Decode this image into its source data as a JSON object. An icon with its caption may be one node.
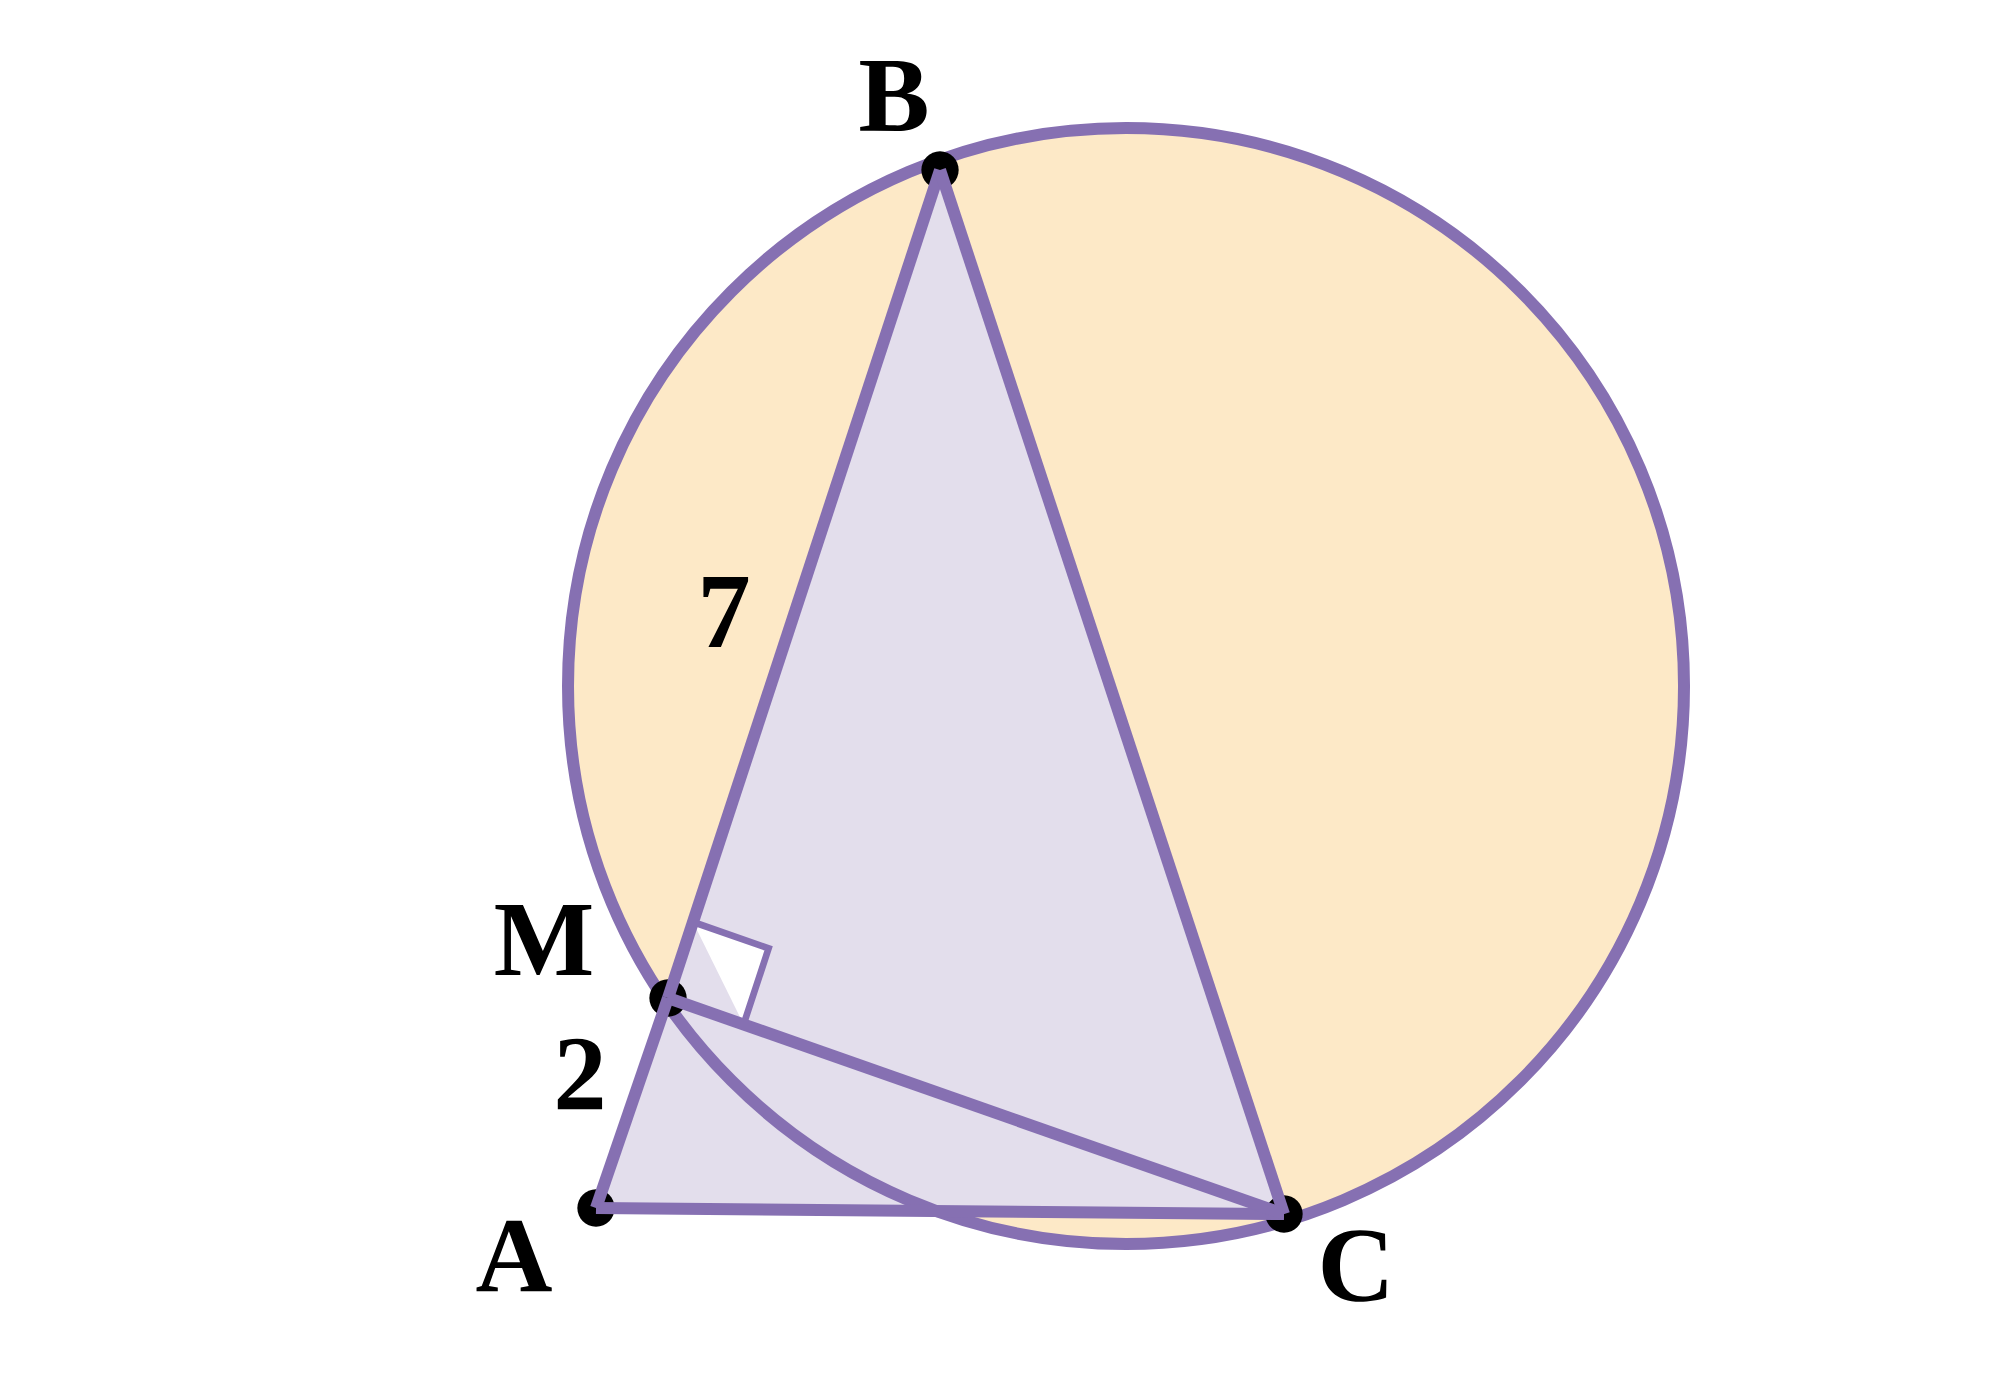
{
  "diagram": {
    "nodes": [
      {
        "text": [
          "A"
        ]
      },
      {
        "text": [
          "B"
        ]
      },
      {
        "text": [
          "C"
        ]
      },
      {
        "text": [
          "M"
        ]
      }
    ],
    "edges": [
      {
        "from": 0,
        "to": 3,
        "arrow": "none",
        "label": "2"
      },
      {
        "from": 3,
        "to": 1,
        "arrow": "none",
        "label": "7"
      },
      {
        "from": 1,
        "to": 2,
        "arrow": "none"
      },
      {
        "from": 2,
        "to": 0,
        "arrow": "none"
      },
      {
        "from": 3,
        "to": 2,
        "arrow": "none"
      }
    ]
  }
}
